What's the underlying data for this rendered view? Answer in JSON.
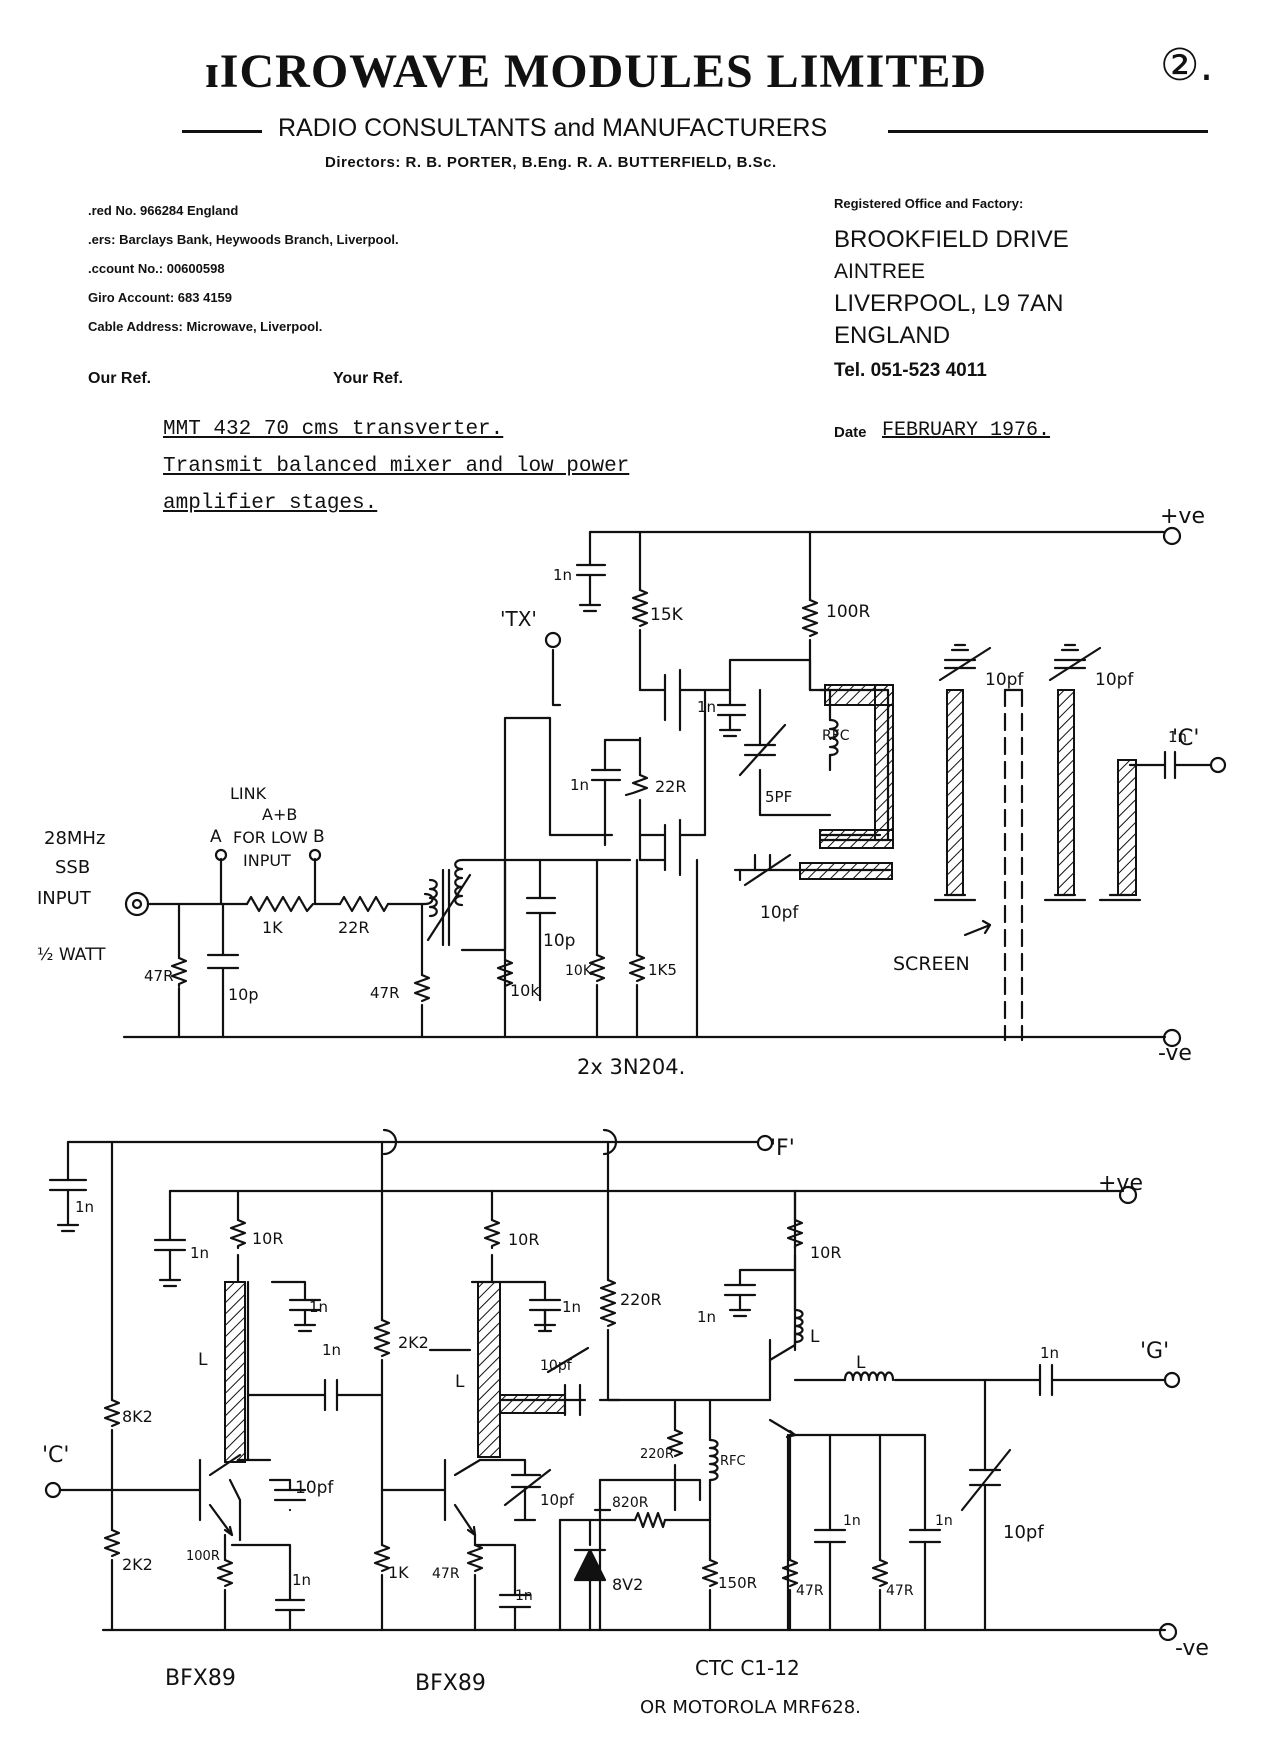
{
  "letterhead": {
    "company_name": "ɪICROWAVE MODULES LIMITED",
    "page_number": "②.",
    "tagline": "RADIO CONSULTANTS and MANUFACTURERS",
    "directors": "Directors:  R. B. PORTER, B.Eng.     R. A. BUTTERFIELD, B.Sc.",
    "left_info": [
      ".red No. 966284 England",
      ".ers: Barclays Bank, Heywoods Branch, Liverpool.",
      ".ccount No.: 00600598",
      "Giro Account: 683 4159",
      "Cable Address: Microwave, Liverpool."
    ],
    "registered_label": "Registered Office and Factory:",
    "address": [
      "BROOKFIELD  DRIVE",
      "AINTREE",
      "LIVERPOOL, L9 7AN",
      "ENGLAND"
    ],
    "telephone": "Tel. 051-523 4011",
    "our_ref": "Our Ref.",
    "your_ref": "Your Ref.",
    "date_label": "Date",
    "date_value": "FEBRUARY 1976."
  },
  "subject_lines": [
    "MMT 432 70 cms transverter.",
    "Transmit balanced mixer and low power",
    "amplifier stages."
  ],
  "schematic_top": {
    "rail_positive": "+ve",
    "rail_negative": "-ve",
    "input_label": [
      "28MHz",
      "SSB",
      "INPUT",
      "½ WATT"
    ],
    "link_label": [
      "LINK",
      "A+B",
      "FOR LOW",
      "INPUT"
    ],
    "node_a": "A",
    "node_b": "B",
    "tx_label": "'TX'",
    "output_c": "'C'",
    "screen_label": "SCREEN",
    "device_label": "2x 3N204.",
    "components": {
      "r_input_shunt": "47R",
      "c_input": "10p",
      "r_link": "1K",
      "r_series": "22R",
      "r_gate_shunt": "47R",
      "c_gate": "10p",
      "r_gate2": "10k",
      "r_source_a": "10K",
      "r_source_b": "1K5",
      "c_decouple_top": "1n",
      "r_drain_top": "15K",
      "c_mid": "1n",
      "r_mid": "22R",
      "r_drain_out": "100R",
      "c_drain_decouple": "1n",
      "rfc": "RFC",
      "c_trim_5": "5PF",
      "c_trim_bottom": "10pf",
      "c_trim_line1": "10pf",
      "c_trim_line2": "10pf",
      "c_out": "1n"
    }
  },
  "schematic_bottom": {
    "rail_f": "'F'",
    "rail_positive": "+ve",
    "rail_negative": "-ve",
    "input_c": "'C'",
    "output_g": "'G'",
    "stage_labels": [
      "BFX89",
      "BFX89",
      "CTC  C1-12",
      "OR MOTOROLA MRF628."
    ],
    "components": {
      "c_rail": "1n",
      "c_s1_decouple": "1n",
      "r_s1_collector": "10R",
      "c_s1_line": "1n",
      "line_s1": "L",
      "c_s1_couple": "1n",
      "r_s1_bias_top": "8K2",
      "r_s1_bias_bottom": "2K2",
      "r_s1_emitter": "100R",
      "c_s1_emitter": "1n",
      "c_s1_trim": "10pf",
      "r_s2_bias_top": "2K2",
      "r_s2_collector": "10R",
      "c_s2_decouple": "1n",
      "line_s2": "L",
      "c_s2_trim_top": "10pf",
      "c_s2_trim": "10pf",
      "r_s2_bias_bottom": "1K",
      "r_s2_emitter": "47R",
      "c_s2_emitter": "1n",
      "r_s3_bias": "220R",
      "r_s3_220": "220R",
      "r_s3_820": "820R",
      "zener": "8V2",
      "rfc_s3": "RFC",
      "r_s3_150": "150R",
      "r_s3_collector": "10R",
      "c_s3_decouple": "1n",
      "l_s3_collector": "L",
      "l_s3_out": "L",
      "r_s3_e1": "47R",
      "c_s3_e1": "1n",
      "r_s3_e2": "47R",
      "c_s3_e2": "1n",
      "c_s3_out": "1n",
      "c_s3_trim": "10pf"
    }
  }
}
